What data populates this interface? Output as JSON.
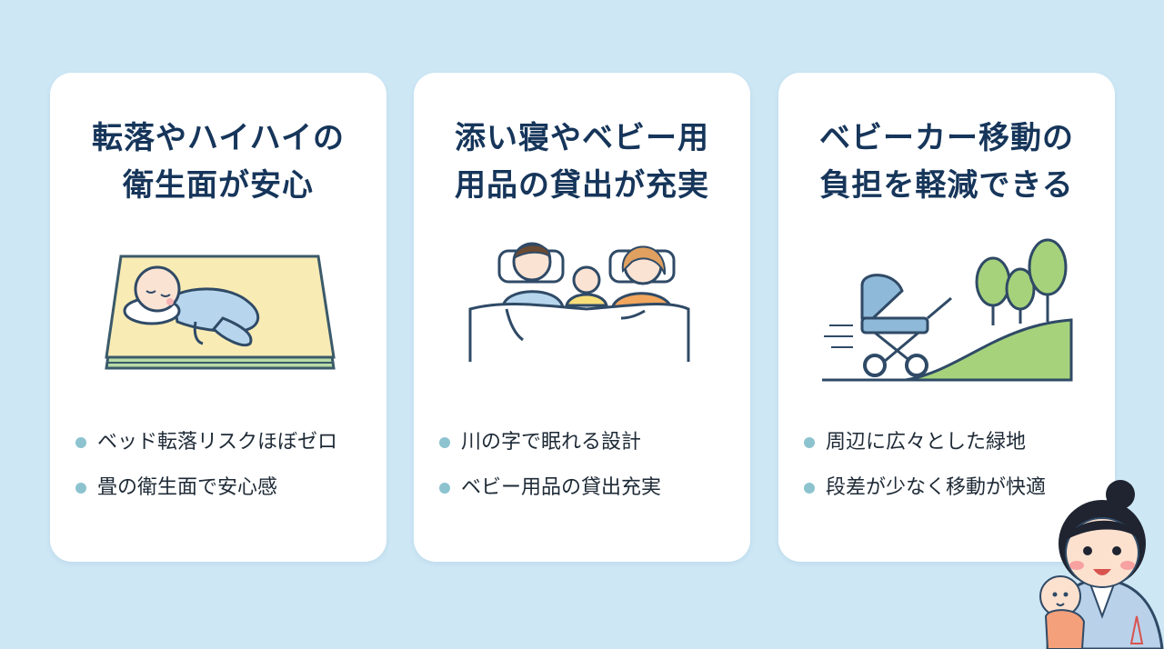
{
  "cards": [
    {
      "title_lines": [
        "転落やハイハイの",
        "衛生面が安心"
      ],
      "illustration_icon": "baby-on-tatami-mat-icon",
      "bullets": [
        "ベッド転落リスクほぼゼロ",
        "畳の衛生面で安心感"
      ]
    },
    {
      "title_lines": [
        "添い寝やベビー用",
        "用品の貸出が充実"
      ],
      "illustration_icon": "family-co-sleeping-icon",
      "bullets": [
        "川の字で眠れる設計",
        "ベビー用品の貸出充実"
      ]
    },
    {
      "title_lines": [
        "ベビーカー移動の",
        "負担を軽減できる"
      ],
      "illustration_icon": "stroller-slope-park-icon",
      "bullets": [
        "周辺に広々とした緑地",
        "段差が少なく移動が快適"
      ]
    }
  ],
  "mascot_icon": "mother-holding-baby-icon",
  "colors": {
    "background": "#cde7f5",
    "card": "#ffffff",
    "title": "#16355a",
    "bullet_dot": "#8cc3cf",
    "mat": "#f8ebb4",
    "mat_edge": "#b9dca6",
    "grass": "#a6d27c"
  }
}
